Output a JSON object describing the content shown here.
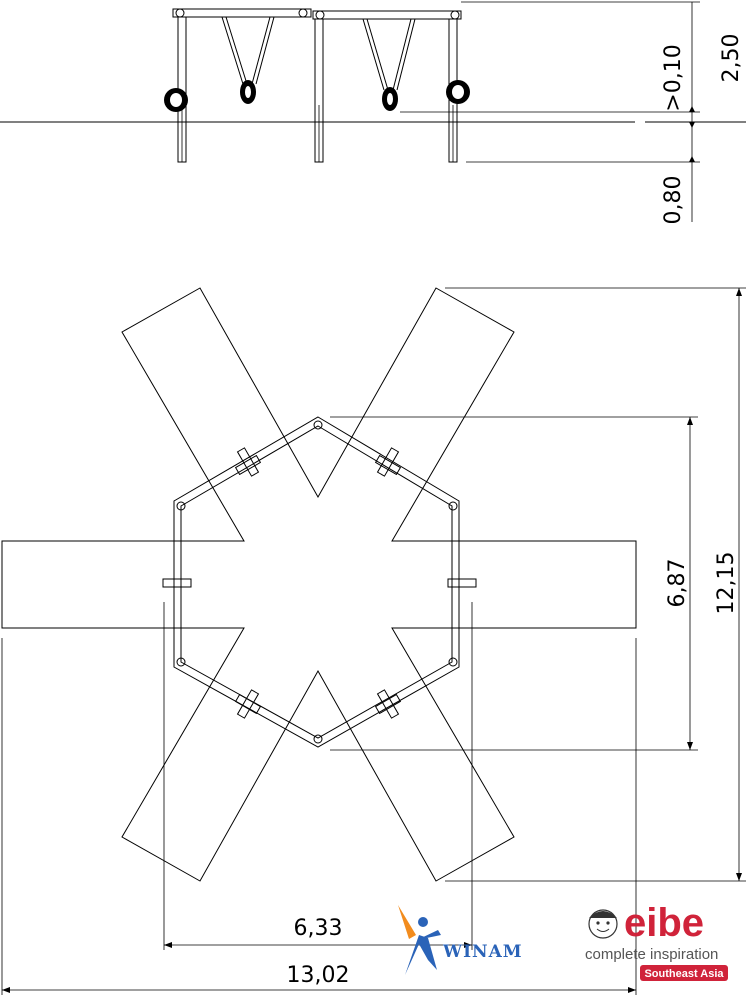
{
  "dimensions": {
    "total_height": "2,50",
    "ground_clearance": ">0,10",
    "foundation_depth": "0,80",
    "inner_width": "6,87",
    "overall_depth": "12,15",
    "frame_span": "6,33",
    "overall_width": "13,02"
  },
  "logos": {
    "winam": "WINAM",
    "eibe": "eibe",
    "eibe_tagline": "complete inspiration",
    "eibe_region": "Southeast Asia"
  },
  "colors": {
    "line": "#000000",
    "winam_blue": "#2a63b8",
    "winam_orange": "#f28c1e",
    "eibe_red": "#d0233a"
  }
}
